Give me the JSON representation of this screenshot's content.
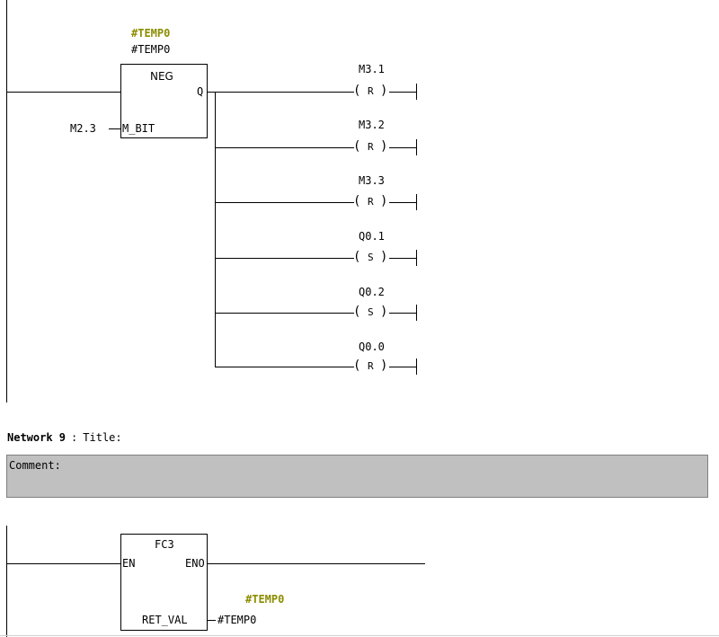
{
  "network8": {
    "neg_box": {
      "variable_top_highlight": "#TEMP0",
      "variable_top": "#TEMP0",
      "title": "NEG",
      "output_pin": "Q",
      "input_pin": "M_BIT",
      "input_operand": "M2.3"
    },
    "coils": [
      {
        "address": "M3.1",
        "type": "R"
      },
      {
        "address": "M3.2",
        "type": "R"
      },
      {
        "address": "M3.3",
        "type": "R"
      },
      {
        "address": "Q0.1",
        "type": "S"
      },
      {
        "address": "Q0.2",
        "type": "S"
      },
      {
        "address": "Q0.0",
        "type": "R"
      }
    ]
  },
  "network9": {
    "label": "Network 9",
    "separator": ":",
    "title": "Title:",
    "comment": "Comment:",
    "fc_box": {
      "title": "FC3",
      "en_pin": "EN",
      "eno_pin": "ENO",
      "ret_pin": "RET_VAL",
      "ret_operand_highlight": "#TEMP0",
      "ret_operand": "#TEMP0"
    }
  }
}
